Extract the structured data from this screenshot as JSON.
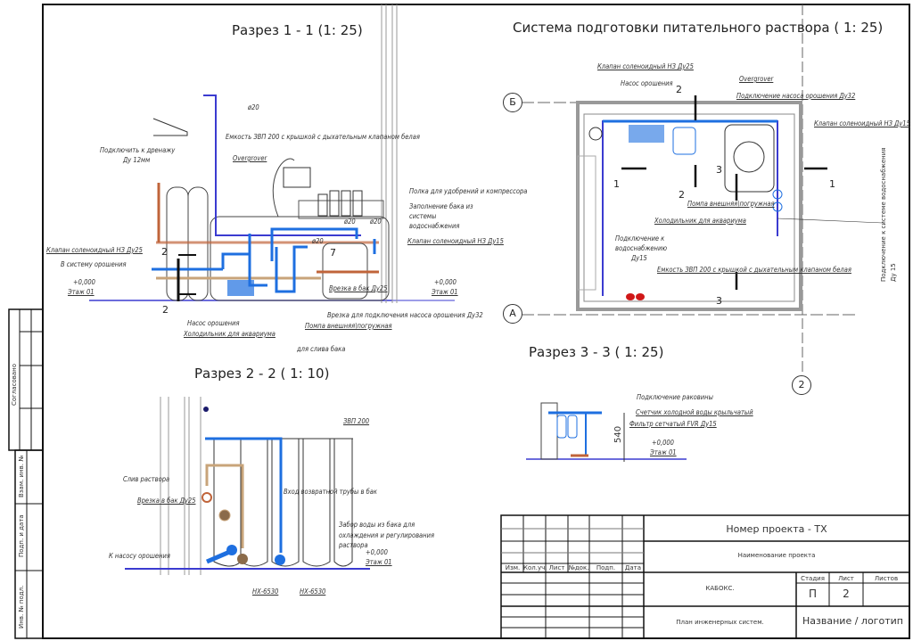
{
  "titles": {
    "section_1_1": "Разрез 1 - 1 (1: 25)",
    "plan": "Система подготовки питательного раствора ( 1: 25)",
    "section_2_2": "Разрез 2 - 2 ( 1: 10)",
    "section_3_3": "Разрез 3 - 3 ( 1: 25)"
  },
  "section_1_1": {
    "labels": [
      "ø20",
      "Емкость ЗВП 200 с крышкой с дыхательным клапаном белая",
      "Подключить к дренажу",
      "Ду 12мм",
      "Overgrover",
      "Полка для удобрений и компрессора",
      "Заполнение бака из",
      "системы",
      "водоснабжения",
      "ø20",
      "ø20",
      "ø20",
      "Клапан соленоидный НЗ Ду15",
      "Клапан соленоидный НЗ Ду25",
      "В систему орошения",
      "7",
      "+0,000",
      "Этаж 01",
      "+0,000",
      "Этаж 01",
      "Врезка в бак Ду25",
      "2",
      "2",
      "Врезка для подключения насоса орошения Ду32",
      "Насос орошения",
      "Помпа внешняя\\погружная",
      "Холодильник для аквариума",
      "для слива бака"
    ]
  },
  "plan": {
    "labels": [
      "Клапан соленоидный НЗ Ду25",
      "Насос орошения",
      "Overgrover",
      "2",
      "Подключение насоса орошения Ду32",
      "Клапан соленоидный НЗ Ду15",
      "1",
      "1",
      "3",
      "2",
      "Помпа внешняя\\погружная",
      "Холодильник для аквариума",
      "Подключение к",
      "водоснабжению",
      "Ду15",
      "Емкость ЗВП 200 с крышкой с дыхательным клапаном белая",
      "3"
    ],
    "axes": [
      "Б",
      "А",
      "2"
    ],
    "vertical_label": "Подключение к системе водоснабжения",
    "vertical_label_2": "Ду 15"
  },
  "section_2_2": {
    "labels": [
      "ЗВП 200",
      "Слив раствора",
      "Врезка в бак Ду25",
      "Вход возвратной трубы в бак",
      "Забор воды из бака для",
      "охлаждения и регулирования",
      "раствора",
      "К насосу орошения",
      "+0,000",
      "Этаж 01",
      "НХ-6530",
      "НХ-6530"
    ]
  },
  "section_3_3": {
    "labels": [
      "Подключение раковины",
      "Счетчик холодной воды крыльчатый",
      "Фильтр сетчатый FVR Ду15",
      "540",
      "+0,000",
      "Этаж 01"
    ]
  },
  "title_block": {
    "columns": [
      "Изм.",
      "Кол.уч.",
      "Лист",
      "№док.",
      "Подп.",
      "Дата"
    ],
    "project_number": "Номер проекта - ТХ",
    "project_name": "Наименование проекта",
    "object": "КАБОКС.",
    "sheet_title": "План инженерных систем.",
    "stage_label": "Стадия",
    "sheet_label": "Лист",
    "sheets_label": "Листов",
    "stage": "П",
    "sheet": "2",
    "logo": "Название / логотип"
  },
  "side_stamp": {
    "agreed": "Согласовано",
    "replace_inv": "Взам. инв. №",
    "sign_date": "Подп. и дата",
    "inv_orig": "Инв. № подл."
  },
  "colors": {
    "pipe_blue": "#1e6fe0",
    "pipe_dark": "#3b3bd0",
    "pipe_brown": "#c0643a",
    "pipe_tan": "#c8a47a",
    "red": "#d01818"
  }
}
